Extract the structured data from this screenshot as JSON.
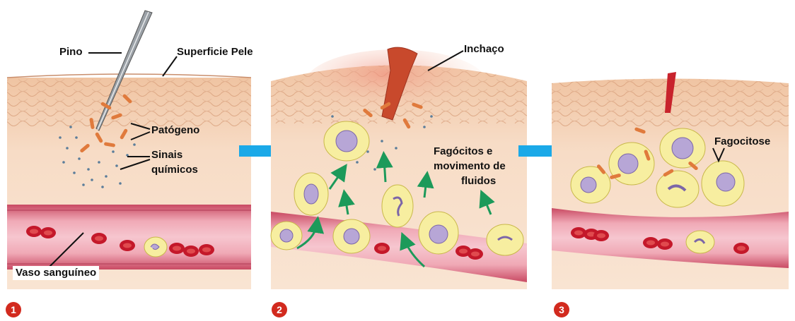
{
  "labels": {
    "pino": "Pino",
    "superficie_pele": "Superficie Pele",
    "patogeno": "Patógeno",
    "sinais_line1": "Sinais",
    "sinais_line2": "químicos",
    "vaso": "Vaso sanguíneo",
    "inchaco": "Inchaço",
    "fagocitos_line1": "Fagócitos e",
    "fagocitos_line2": "movimento de",
    "fagocitos_line3": "fluidos",
    "fagocitose": "Fagocitose"
  },
  "steps": [
    "1",
    "2",
    "3"
  ],
  "colors": {
    "skin": "#f7dcc4",
    "skin_top": "#f2c9a6",
    "vessel": "#d9607a",
    "red_cell": "#cc1f2a",
    "phagocyte": "#f7eea0",
    "nucleus": "#b7a6d6",
    "pathogen": "#e07a3c",
    "arrow_blue": "#1ba9e8",
    "arrow_green": "#1c9a5a",
    "step_badge": "#d22a1e"
  }
}
